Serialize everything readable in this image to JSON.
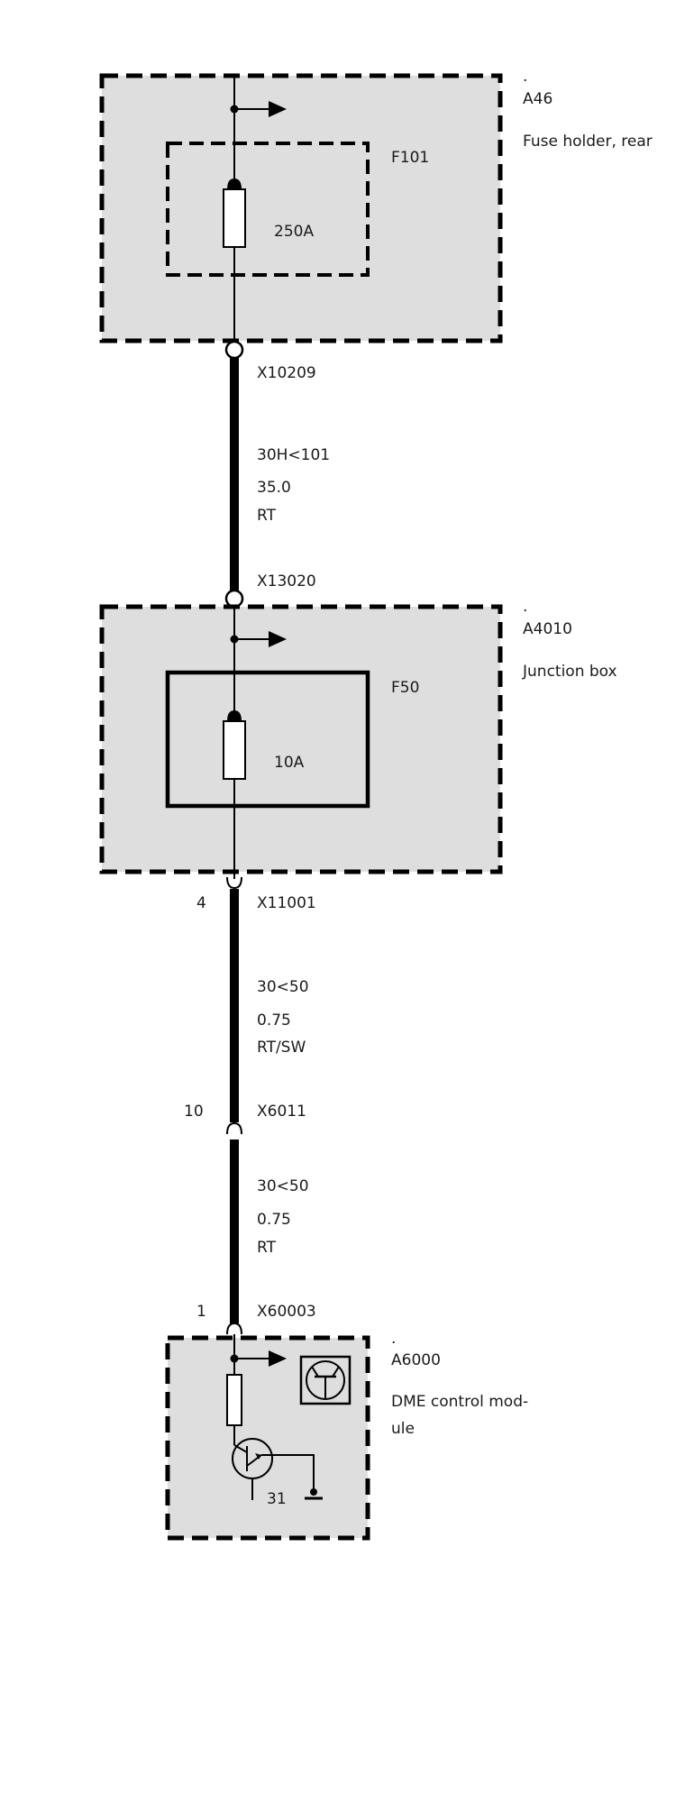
{
  "components": {
    "fuse_holder": {
      "dot": ".",
      "id": "A46",
      "name": "Fuse holder, rear",
      "fuse_id": "F101",
      "fuse_rating": "250A"
    },
    "junction_box": {
      "dot": ".",
      "id": "A4010",
      "name": "Junction box",
      "fuse_id": "F50",
      "fuse_rating": "10A"
    },
    "dme": {
      "dot": ".",
      "id": "A6000",
      "name_line1": "DME control mod-",
      "name_line2": "ule",
      "ground_pin": "31"
    }
  },
  "connectors": {
    "c1": {
      "id": "X10209",
      "pin": ""
    },
    "c2": {
      "id": "X13020",
      "pin": ""
    },
    "c3": {
      "id": "X11001",
      "pin": "4"
    },
    "c4": {
      "id": "X6011",
      "pin": "10"
    },
    "c5": {
      "id": "X60003",
      "pin": "1"
    }
  },
  "wires": {
    "w1": {
      "circuit": "30H<101",
      "size": "35.0",
      "color": "RT"
    },
    "w2": {
      "circuit": "30<50",
      "size": "0.75",
      "color": "RT/SW"
    },
    "w3": {
      "circuit": "30<50",
      "size": "0.75",
      "color": "RT"
    }
  },
  "colors": {
    "box_fill": "#dedede",
    "line": "#000000"
  }
}
